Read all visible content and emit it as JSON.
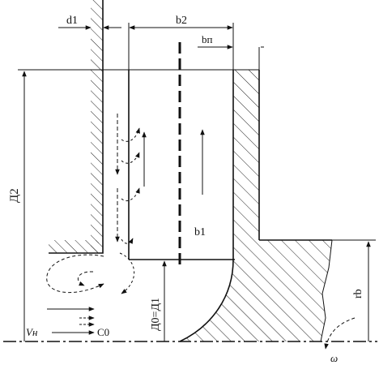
{
  "labels": {
    "d1": "d1",
    "b2": "b2",
    "bn": "bп",
    "D2": "Д2",
    "b1": "b1",
    "rb": "rb",
    "D0_D1": "Д0=Д1",
    "Vn": "Vн",
    "C0": "C0",
    "omega": "ω"
  }
}
